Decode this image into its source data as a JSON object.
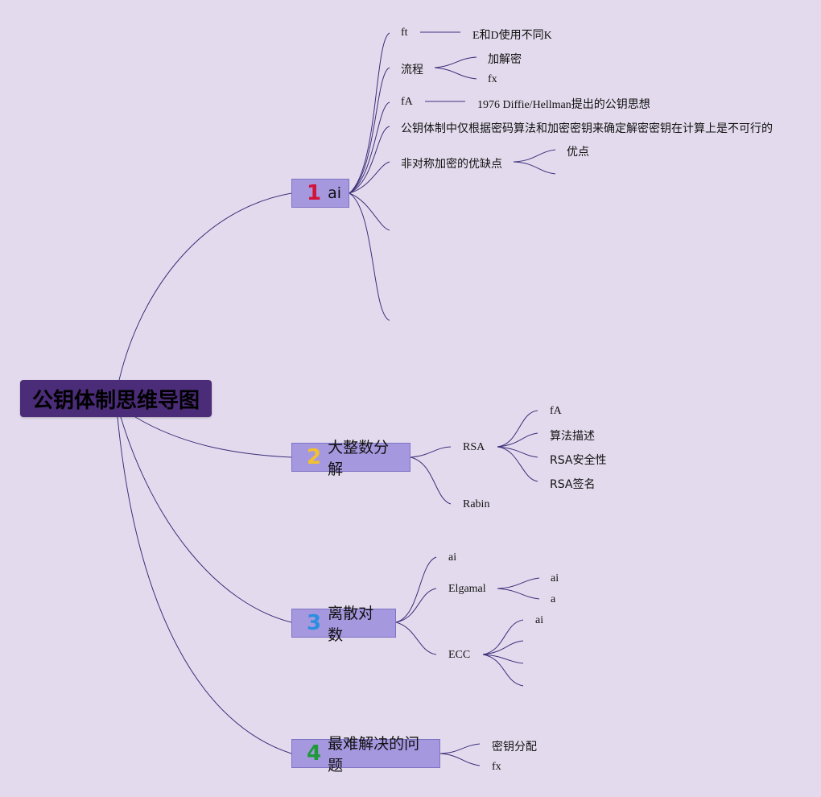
{
  "root": "公钥体制思维导图",
  "colors": {
    "background": "#e3dbed",
    "root_bg": "#4b2c78",
    "branch_bg": "#a698df",
    "line": "#3d2f7a"
  },
  "branches": [
    {
      "num": "1",
      "num_color": "#d2143a",
      "label": "ai",
      "children": [
        {
          "label": "ft",
          "sub": [
            "E和D使用不同K"
          ]
        },
        {
          "label": "流程",
          "sub": [
            "加解密",
            "fx"
          ]
        },
        {
          "label": "fA",
          "sub": [
            "1976 Diffie/Hellman提出的公钥思想"
          ]
        },
        {
          "label": "公钥体制中仅根据密码算法和加密密钥来确定解密密钥在计算上是不可行的",
          "sub": []
        },
        {
          "label": "非对称加密的优缺点",
          "sub": [
            "优点",
            ""
          ]
        },
        {
          "label": "",
          "sub": []
        },
        {
          "label": "",
          "sub": []
        }
      ]
    },
    {
      "num": "2",
      "num_color": "#f2c12e",
      "label": "大整数分解",
      "children": [
        {
          "label": "RSA",
          "sub": [
            "fA",
            "算法描述",
            "RSA安全性",
            "RSA签名"
          ]
        },
        {
          "label": "Rabin",
          "sub": []
        }
      ]
    },
    {
      "num": "3",
      "num_color": "#2a8fe0",
      "label": "离散对数",
      "children": [
        {
          "label": "ai",
          "sub": []
        },
        {
          "label": "Elgamal",
          "sub": [
            "ai",
            "a"
          ]
        },
        {
          "label": "ECC",
          "sub": [
            "ai",
            "",
            "",
            ""
          ]
        }
      ]
    },
    {
      "num": "4",
      "num_color": "#1f9a3a",
      "label": "最难解决的问题",
      "children": [
        {
          "label": "密钥分配",
          "sub": []
        },
        {
          "label": "fx",
          "sub": []
        }
      ]
    }
  ]
}
